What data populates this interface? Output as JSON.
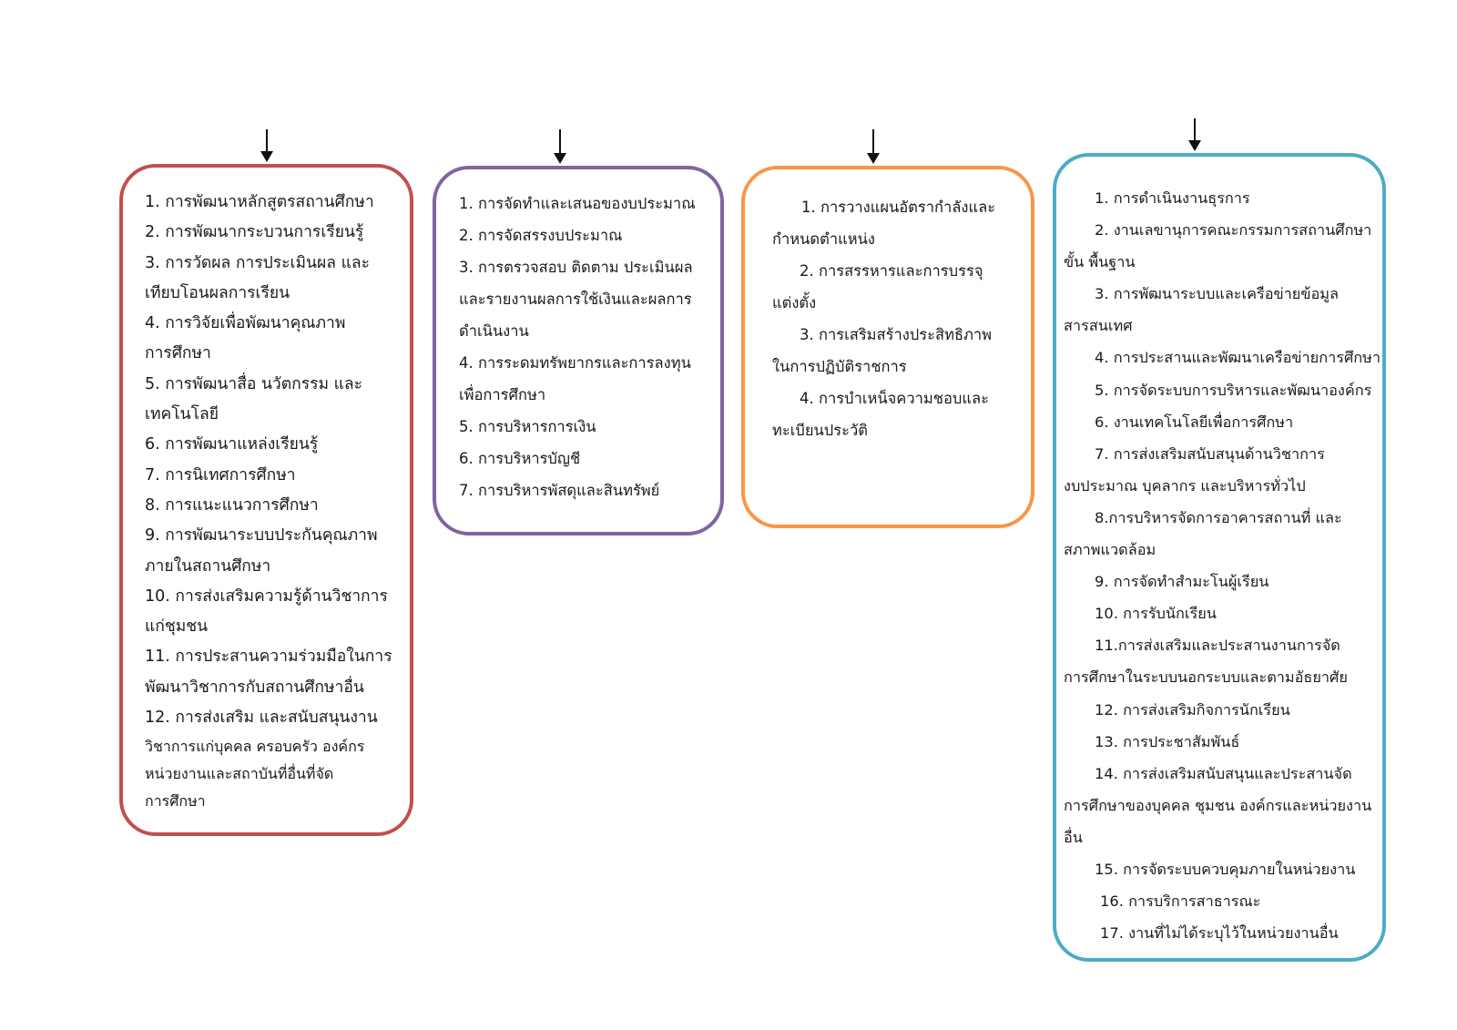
{
  "colors": {
    "box1": "#c0504d",
    "box2": "#8064a2",
    "box3": "#f79646",
    "box4": "#4bacc6",
    "arrow": "#111111"
  },
  "box1": {
    "items": [
      "1. การพัฒนาหลักสูตรสถานศึกษา",
      "2. การพัฒนากระบวนการเรียนรู้",
      "3. การวัดผล การประเมินผล และ",
      "เทียบโอนผลการเรียน",
      "4. การวิจัยเพื่อพัฒนาคุณภาพ",
      "การศึกษา",
      "5. การพัฒนาสื่อ นวัตกรรม และ",
      "เทคโนโลยี",
      "6. การพัฒนาแหล่งเรียนรู้",
      "7. การนิเทศการศึกษา",
      "8. การแนะแนวการศึกษา",
      "9. การพัฒนาระบบประกันคุณภาพ",
      "ภายในสถานศึกษา",
      "10. การส่งเสริมความรู้ด้านวิชาการ",
      "แก่ชุมชน",
      "11. การประสานความร่วมมือในการ",
      "พัฒนาวิชาการกับสถานศึกษาอื่น",
      "12. การส่งเสริม และสนับสนุนงาน"
    ],
    "tail": [
      "วิชาการแก่บุคคล ครอบครัว องค์กร",
      "หน่วยงานและสถาบันที่อื่นที่จัด",
      "การศึกษา"
    ]
  },
  "box2": {
    "items": [
      "1. การจัดทำและเสนอของบประมาณ",
      "2. การจัดสรรงบประมาณ",
      "3. การตรวจสอบ ติดตาม ประเมินผล",
      "และรายงานผลการใช้เงินและผลการ",
      "ดำเนินงาน",
      "4. การระดมทรัพยากรและการลงทุน",
      "เพื่อการศึกษา",
      "5. การบริหารการเงิน",
      "6. การบริหารบัญชี",
      "7. การบริหารพัสดุและสินทรัพย์"
    ]
  },
  "box3": {
    "items": [
      "1. การวางแผนอัตรากำลังและ",
      "กำหนดตำแหน่ง",
      "2. การสรรหารและการบรรจุ",
      "แต่งตั้ง",
      "3. การเสริมสร้างประสิทธิภาพ",
      "ในการปฏิบัติราชการ",
      "4. การบำเหน็จความชอบและ",
      "ทะเบียนประวัติ"
    ]
  },
  "box4": {
    "items": [
      "1. การดำเนินงานธุรการ",
      "2. งานเลขานุการคณะกรรมการสถานศึกษา",
      "ขั้น พื้นฐาน",
      "3. การพัฒนาระบบและเครือข่ายข้อมูล",
      "สารสนเทศ",
      "4. การประสานและพัฒนาเครือข่ายการศึกษา",
      "5. การจัดระบบการบริหารและพัฒนาองค์กร",
      "6. งานเทคโนโลยีเพื่อการศึกษา",
      "7. การส่งเสริมสนับสนุนด้านวิชาการ",
      "งบประมาณ บุคลากร และบริหารทั่วไป",
      "8.การบริหารจัดการอาคารสถานที่ และ",
      "สภาพแวดล้อม",
      "9. การจัดทำสำมะโนผู้เรียน",
      "10. การรับนักเรียน",
      "11.การส่งเสริมและประสานงานการจัด",
      "การศึกษาในระบบนอกระบบและตามอัธยาศัย",
      "12. การส่งเสริมกิจการนักเรียน",
      "13. การประชาสัมพันธ์",
      "14. การส่งเสริมสนับสนุนและประสานจัด",
      "การศึกษาของบุคคล ชุมชน องค์กรและหน่วยงาน",
      "อื่น",
      "15. การจัดระบบควบคุมภายในหน่วยงาน",
      "16. การบริการสาธารณะ",
      "17. งานที่ไม่ได้ระบุไว้ในหน่วยงานอื่น"
    ]
  }
}
